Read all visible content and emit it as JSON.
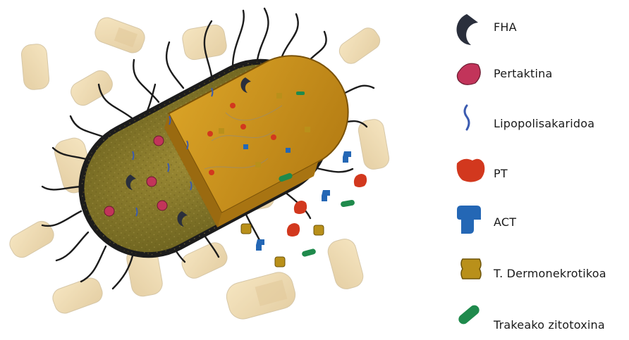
{
  "legend": {
    "items": [
      {
        "label": "FHA",
        "icon": "fha-icon",
        "color": "#2a2f3c"
      },
      {
        "label": "Pertaktina",
        "icon": "pertactin-icon",
        "color": "#c2345a"
      },
      {
        "label": "Lipopolisakaridoa",
        "icon": "lipopolysaccharide-icon",
        "color": "#3b5bb0"
      },
      {
        "label": "PT",
        "icon": "pertussis-toxin-icon",
        "color": "#d2381e"
      },
      {
        "label": "ACT",
        "icon": "adenylate-cyclase-toxin-icon",
        "color": "#2467b5"
      },
      {
        "label": "T. Dermonekrotikoa",
        "icon": "dermonecrotic-toxin-icon",
        "color": "#b9901a"
      },
      {
        "label": "Trakeako zitotoxina",
        "icon": "tracheal-cytotoxin-icon",
        "color": "#1f8a4c"
      }
    ]
  },
  "colors": {
    "bacterium_body": "#8a7a2a",
    "bacterium_cut": "#c8921a",
    "cell_background": "#e9cf9a",
    "membrane": "#1c1c1c"
  }
}
